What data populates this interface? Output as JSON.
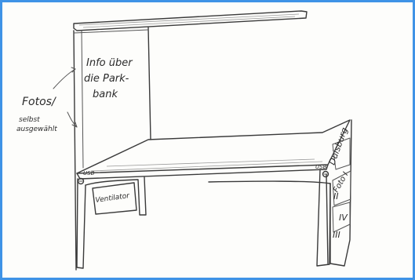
{
  "labels": {
    "panel_text": [
      "Info über",
      "die Park-",
      "bank"
    ],
    "fotos": "Fotos/",
    "selbst": "selbst",
    "ausgewaehlt": "ausgewählt",
    "usb_left": "USB",
    "usb_right": "USB",
    "ventilator": "Ventilator",
    "duisburg": "Duisburg",
    "foto_i": "Foto I",
    "foto_ii": "II",
    "foto_iv": "IV",
    "foto_iii": "III"
  }
}
